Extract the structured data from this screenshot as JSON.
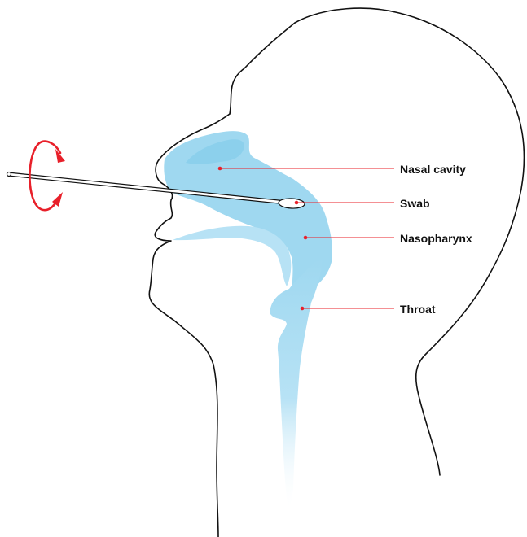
{
  "diagram": {
    "labels": [
      {
        "id": "nasal-cavity",
        "text": "Nasal cavity"
      },
      {
        "id": "swab",
        "text": "Swab"
      },
      {
        "id": "nasopharynx",
        "text": "Nasopharynx"
      },
      {
        "id": "throat",
        "text": "Throat"
      }
    ],
    "colors": {
      "outline": "#111111",
      "airway": "#9fd8f0",
      "airway_dark": "#7ccbea",
      "leader": "#e8202a",
      "arrow": "#e8202a"
    },
    "icons": {
      "rotation": "rotate-arrow-icon"
    }
  }
}
